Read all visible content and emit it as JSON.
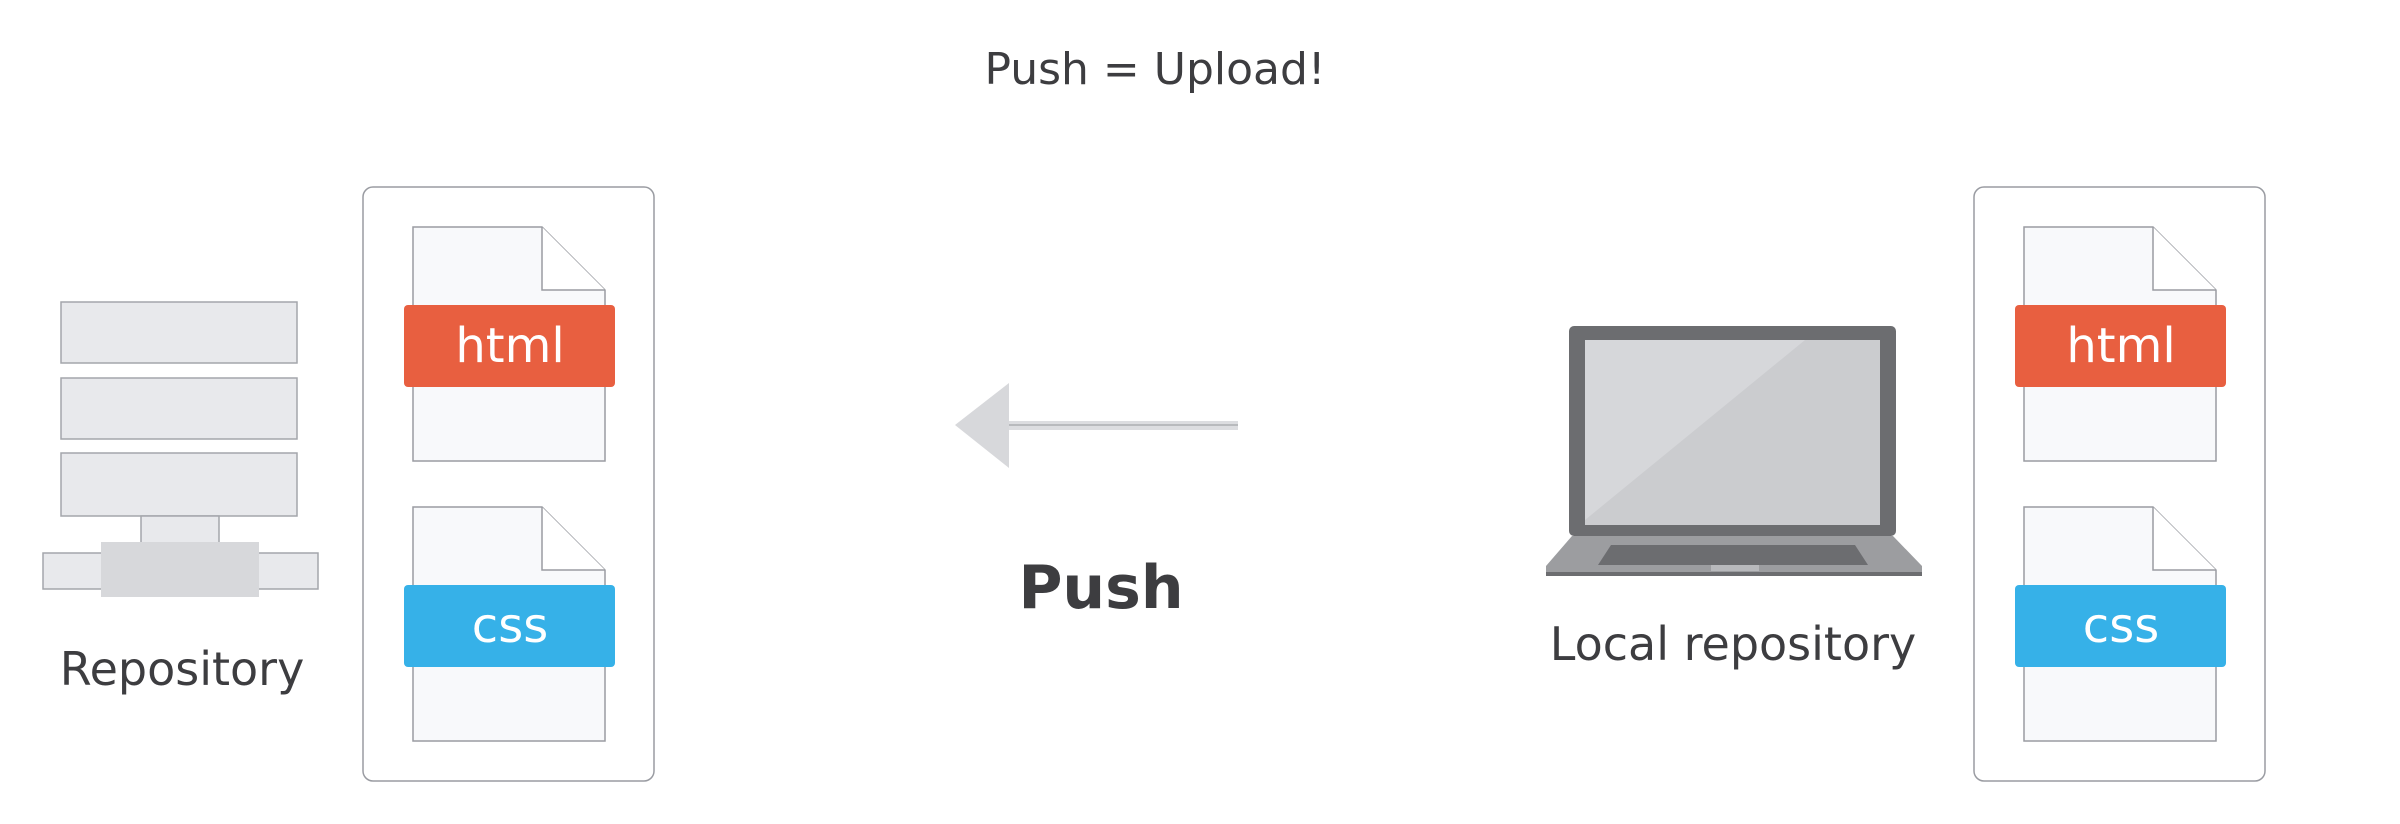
{
  "title": "Push = Upload!",
  "remote": {
    "label": "Repository",
    "files": [
      {
        "name": "html",
        "color": "#e85f40"
      },
      {
        "name": "css",
        "color": "#36b1e8"
      }
    ]
  },
  "action": {
    "label": "Push",
    "direction": "left"
  },
  "local": {
    "label": "Local repository",
    "files": [
      {
        "name": "html",
        "color": "#e85f40"
      },
      {
        "name": "css",
        "color": "#36b1e8"
      }
    ]
  },
  "icons": [
    "server-icon",
    "laptop-icon",
    "arrow-left-icon",
    "file-icon"
  ]
}
